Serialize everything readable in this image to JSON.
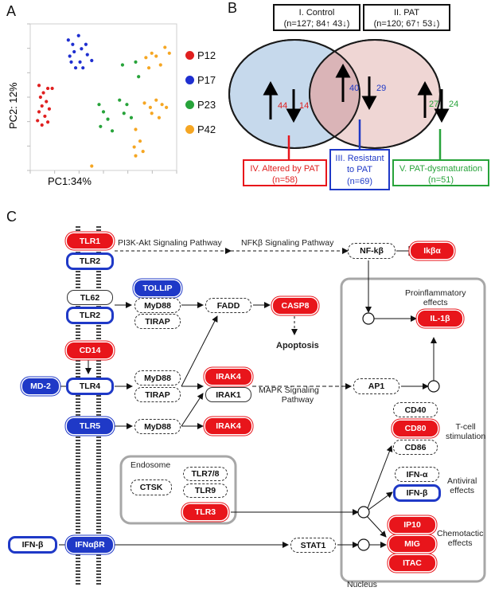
{
  "panels": {
    "a": "A",
    "b": "B",
    "c": "C"
  },
  "chart_data": {
    "type": "scatter",
    "xlabel": "PC1:34%",
    "ylabel": "PC2: 12%",
    "series": [
      {
        "name": "P12",
        "color": "#e02020",
        "points": [
          [
            0.06,
            0.58
          ],
          [
            0.09,
            0.53
          ],
          [
            0.12,
            0.56
          ],
          [
            0.07,
            0.5
          ],
          [
            0.11,
            0.47
          ],
          [
            0.08,
            0.44
          ],
          [
            0.13,
            0.42
          ],
          [
            0.06,
            0.4
          ],
          [
            0.1,
            0.37
          ],
          [
            0.05,
            0.34
          ],
          [
            0.12,
            0.33
          ],
          [
            0.08,
            0.31
          ],
          [
            0.15,
            0.56
          ]
        ]
      },
      {
        "name": "P17",
        "color": "#1f2fd0",
        "points": [
          [
            0.26,
            0.89
          ],
          [
            0.29,
            0.86
          ],
          [
            0.33,
            0.92
          ],
          [
            0.3,
            0.81
          ],
          [
            0.35,
            0.83
          ],
          [
            0.38,
            0.86
          ],
          [
            0.27,
            0.78
          ],
          [
            0.34,
            0.74
          ],
          [
            0.31,
            0.7
          ],
          [
            0.39,
            0.79
          ],
          [
            0.36,
            0.7
          ],
          [
            0.28,
            0.74
          ],
          [
            0.42,
            0.75
          ]
        ]
      },
      {
        "name": "P23",
        "color": "#27a33a",
        "points": [
          [
            0.47,
            0.45
          ],
          [
            0.5,
            0.4
          ],
          [
            0.53,
            0.35
          ],
          [
            0.48,
            0.3
          ],
          [
            0.56,
            0.27
          ],
          [
            0.61,
            0.48
          ],
          [
            0.66,
            0.45
          ],
          [
            0.64,
            0.39
          ],
          [
            0.69,
            0.36
          ],
          [
            0.72,
            0.74
          ],
          [
            0.74,
            0.64
          ],
          [
            0.63,
            0.72
          ]
        ]
      },
      {
        "name": "P42",
        "color": "#f5a623",
        "points": [
          [
            0.79,
            0.77
          ],
          [
            0.83,
            0.8
          ],
          [
            0.86,
            0.78
          ],
          [
            0.81,
            0.7
          ],
          [
            0.89,
            0.72
          ],
          [
            0.92,
            0.84
          ],
          [
            0.95,
            0.8
          ],
          [
            0.78,
            0.46
          ],
          [
            0.82,
            0.43
          ],
          [
            0.86,
            0.48
          ],
          [
            0.9,
            0.45
          ],
          [
            0.93,
            0.43
          ],
          [
            0.83,
            0.39
          ],
          [
            0.88,
            0.36
          ],
          [
            0.72,
            0.28
          ],
          [
            0.75,
            0.2
          ],
          [
            0.71,
            0.16
          ],
          [
            0.77,
            0.13
          ],
          [
            0.72,
            0.1
          ],
          [
            0.42,
            0.03
          ]
        ]
      }
    ]
  },
  "venn": {
    "control": {
      "title": "I. Control",
      "count": "(n=127; 84↑ 43↓)"
    },
    "pat": {
      "title": "II. PAT",
      "count": "(n=120; 67↑ 53↓)"
    },
    "left": {
      "up": "44",
      "down": "14"
    },
    "mid": {
      "up": "40",
      "down": "29"
    },
    "right": {
      "up": "27",
      "down": "24"
    },
    "altered": {
      "title": "IV. Altered by PAT",
      "count": "(n=58)"
    },
    "resistant": {
      "line1": "III. Resistant",
      "line2": "to PAT",
      "count": "(n=69)"
    },
    "dysmat": {
      "title": "V. PAT-dysmaturation",
      "count": "(n=51)"
    }
  },
  "pathway": {
    "tlr1": "TLR1",
    "tlr2a": "TLR2",
    "pi3k": "PI3K-Akt Signaling Pathway",
    "nfkb_path": "NFKβ Signaling Pathway",
    "nfkb": "NF-kβ",
    "ikba": "Ikβα",
    "tl62": "TL62",
    "tlr2b": "TLR2",
    "tollip": "TOLLIP",
    "myd88a": "MyD88",
    "tirapa": "TIRAP",
    "fadd": "FADD",
    "casp8": "CASP8",
    "apoptosis": "Apoptosis",
    "cd14": "CD14",
    "md2": "MD-2",
    "tlr4": "TLR4",
    "myd88b": "MyD88",
    "tirapb": "TIRAP",
    "irak4a": "IRAK4",
    "irak1": "IRAK1",
    "mapk1": "MAPK Signaling",
    "mapk2": "Pathway",
    "ap1": "AP1",
    "tlr5": "TLR5",
    "myd88c": "MyD88",
    "irak4b": "IRAK4",
    "proinf1": "Proinflammatory",
    "proinf2": "effects",
    "il1b": "IL-1β",
    "cd40": "CD40",
    "cd80": "CD80",
    "cd86": "CD86",
    "tcell1": "T-cell",
    "tcell2": "stimulation",
    "endosome": "Endosome",
    "ctsk": "CTSK",
    "tlr78": "TLR7/8",
    "tlr9": "TLR9",
    "tlr3": "TLR3",
    "ifna": "IFN-α",
    "ifnb_out": "IFN-β",
    "antiviral1": "Antiviral",
    "antiviral2": "effects",
    "ifnb_in": "IFN-β",
    "ifnabr": "IFNαβR",
    "stat1": "STAT1",
    "ip10": "IP10",
    "mig": "MIG",
    "itac": "ITAC",
    "chemo1": "Chemotactic",
    "chemo2": "effects",
    "nucleus": "Nucleus"
  }
}
